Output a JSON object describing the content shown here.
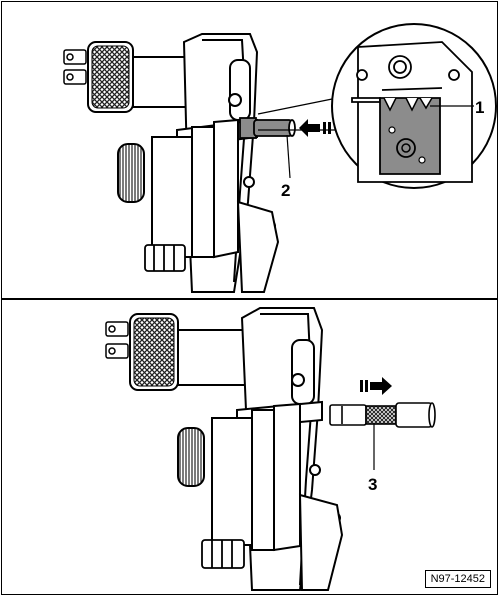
{
  "callouts": {
    "c1": "1",
    "c2": "2",
    "c3": "3"
  },
  "reference_code": "N97-12452",
  "colors": {
    "line": "#000000",
    "fill": "#ffffff",
    "highlight": "#8c8c8c",
    "knurl": "#222222"
  }
}
